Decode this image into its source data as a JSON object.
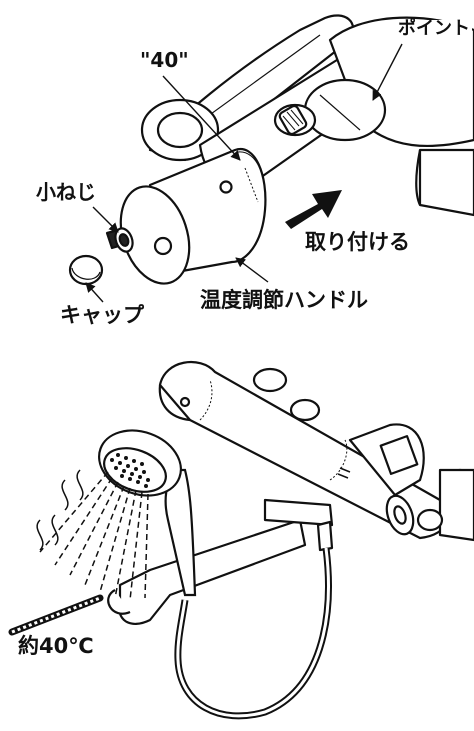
{
  "figure_top": {
    "labels": {
      "dial_value": "\"40\"",
      "point": "ポイント",
      "small_screw": "小ねじ",
      "attach": "取り付ける",
      "cap": "キャップ",
      "handle": "温度調節ハンドル"
    }
  },
  "figure_bottom": {
    "labels": {
      "temperature": "約40℃"
    }
  },
  "colors": {
    "line": "#111111",
    "fill": "#ffffff",
    "shade": "#222222"
  }
}
